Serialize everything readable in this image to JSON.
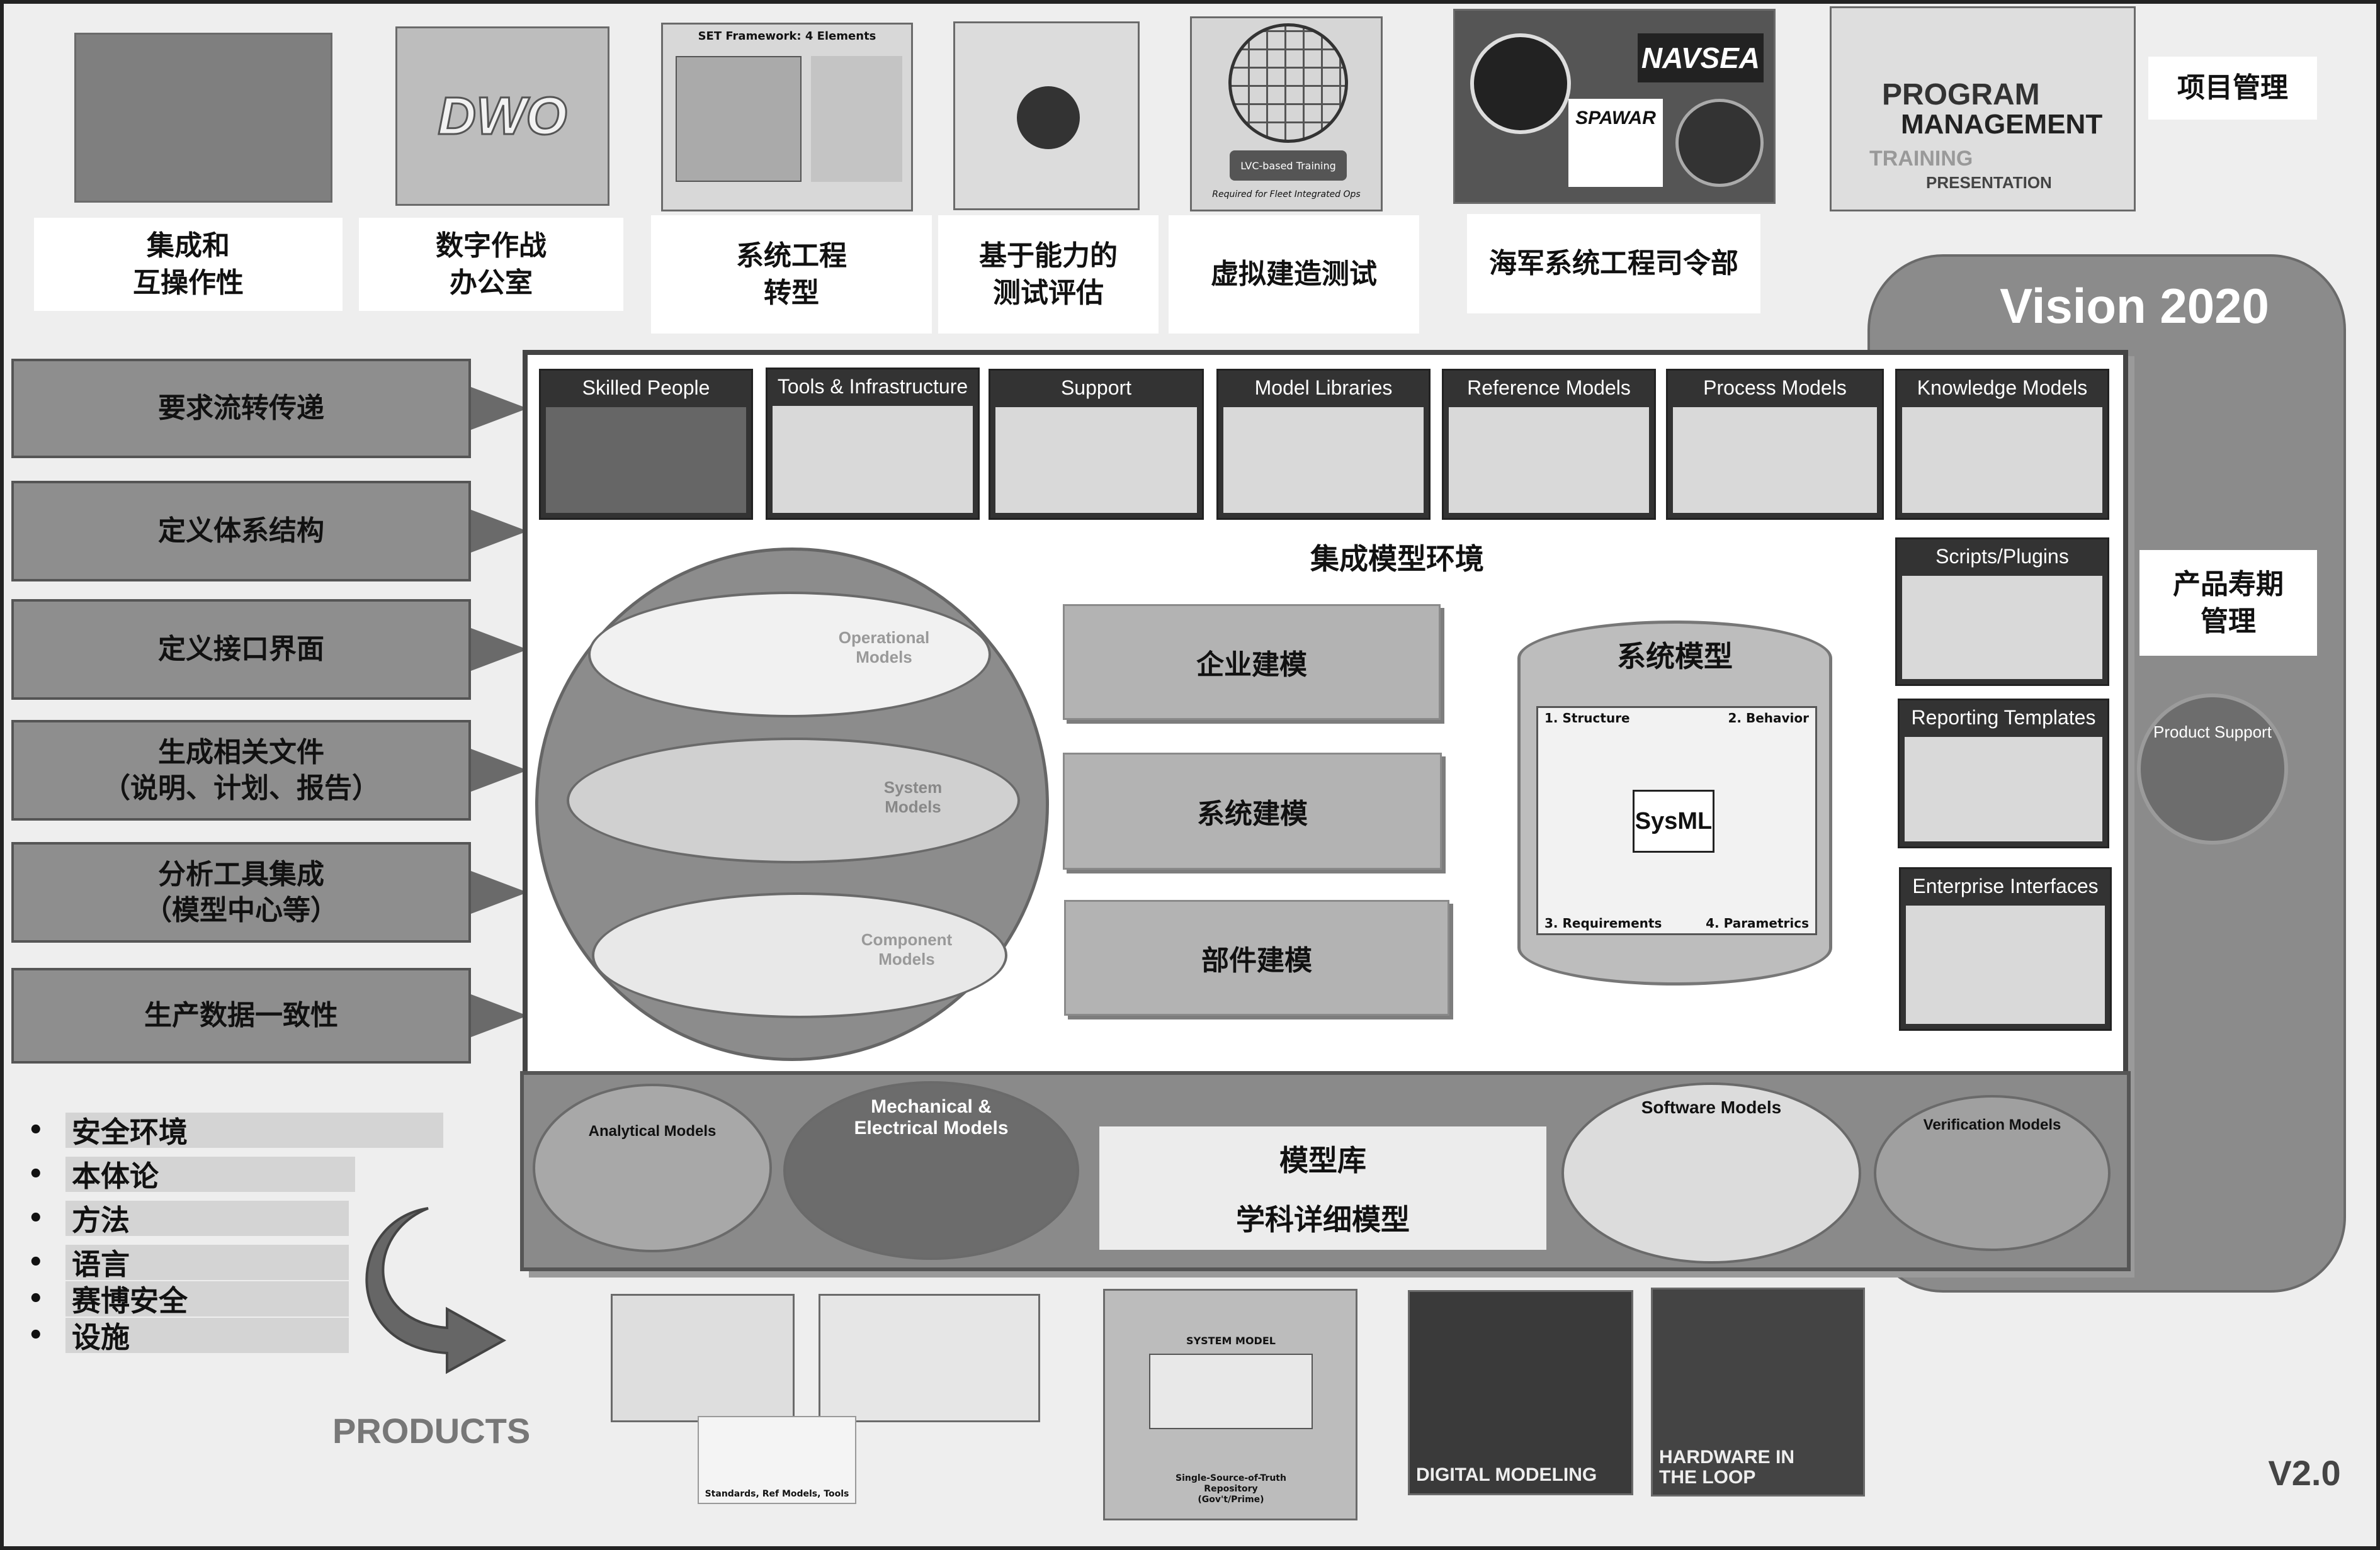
{
  "top_row": {
    "captions": [
      {
        "id": "interop",
        "text": "集成和\n互操作性"
      },
      {
        "id": "dwo",
        "text": "数字作战\n办公室"
      },
      {
        "id": "set",
        "text": "系统工程\n转型"
      },
      {
        "id": "capability",
        "text": "基于能力的\n测试评估"
      },
      {
        "id": "lvc",
        "text": "虚拟建造测试"
      },
      {
        "id": "navsea",
        "text": "海军系统工程司令部"
      }
    ],
    "image_texts": {
      "dwo_logo": "DWO",
      "set_framework": "SET Framework: 4 Elements",
      "lvc_globe_label": "LVC-based Training",
      "lvc_sub": "Required for Fleet Integrated Ops",
      "navsea_logo": "NAVSEA",
      "spawar_logo": "SPAWAR",
      "pm_cloud_1": "PROGRAM",
      "pm_cloud_2": "MANAGEMENT",
      "pm_cloud_3": "TRAINING",
      "pm_cloud_4": "PRESENTATION"
    },
    "project_mgmt": "项目管理"
  },
  "vision": {
    "title": "Vision 2020"
  },
  "left_arrows": [
    {
      "text": "要求流转传递"
    },
    {
      "text": "定义体系结构"
    },
    {
      "text": "定义接口界面"
    },
    {
      "text": "生成相关文件\n（说明、计划、报告）"
    },
    {
      "text": "分析工具集成\n（模型中心等）"
    },
    {
      "text": "生产数据一致性"
    }
  ],
  "top_cards": [
    {
      "label": "Skilled People"
    },
    {
      "label": "Tools & Infrastructure"
    },
    {
      "label": "Support"
    },
    {
      "label": "Model Libraries"
    },
    {
      "label": "Reference Models"
    },
    {
      "label": "Process Models"
    },
    {
      "label": "Knowledge Models"
    }
  ],
  "right_cards": [
    {
      "label": "Scripts/Plugins"
    },
    {
      "label": "Reporting Templates"
    },
    {
      "label": "Enterprise Interfaces"
    }
  ],
  "center": {
    "env_title": "集成模型环境",
    "levels": [
      {
        "label": "Operational\nModels"
      },
      {
        "label": "System\nModels"
      },
      {
        "label": "Component\nModels"
      }
    ],
    "modeling": [
      {
        "label": "企业建模"
      },
      {
        "label": "系统建模"
      },
      {
        "label": "部件建模"
      }
    ],
    "system_model": {
      "title": "系统模型",
      "quadrants": [
        "1. Structure",
        "2. Behavior",
        "3. Requirements",
        "4. Parametrics"
      ],
      "logo": "SysML"
    }
  },
  "lifecycle": {
    "text": "产品寿期\n管理",
    "product_support": "Product Support"
  },
  "bottom_band": {
    "analytical": "Analytical Models",
    "mech": "Mechanical &\nElectrical Models",
    "library_title": "模型库",
    "library_sub": "学科详细模型",
    "software": "Software Models",
    "verification": "Verification Models"
  },
  "bullets": [
    {
      "text": "安全环境"
    },
    {
      "text": "本体论"
    },
    {
      "text": "方法"
    },
    {
      "text": "语言"
    },
    {
      "text": "赛博安全"
    },
    {
      "text": "设施"
    }
  ],
  "products": {
    "label": "PRODUCTS",
    "standards": "Standards, Ref Models, Tools",
    "system_model_box": "SYSTEM MODEL",
    "sst": "Single-Source-of-Truth\nRepository\n(Gov't/Prime)",
    "digital": "DIGITAL MODELING",
    "hitl": "HARDWARE IN\nTHE LOOP"
  },
  "version": "V2.0"
}
